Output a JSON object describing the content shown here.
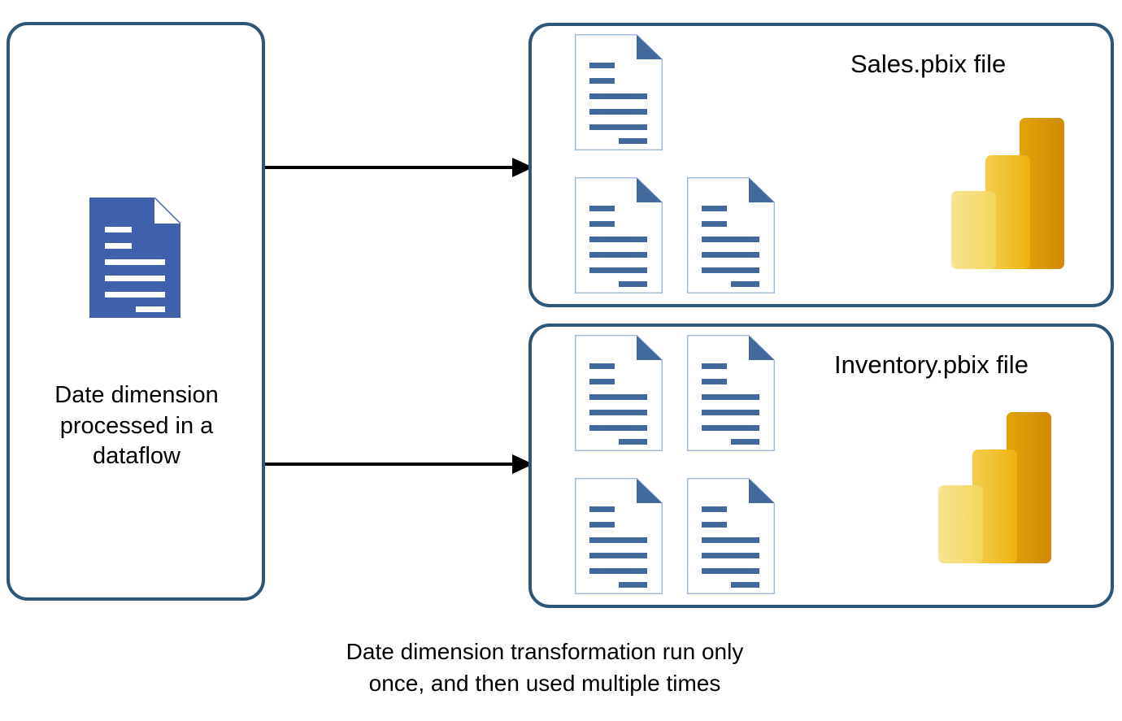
{
  "diagram": {
    "title": "Date dimension dataflow reuse diagram",
    "colors": {
      "panel_border": "#2E5777",
      "doc_blue_fill": "#3F60AB",
      "doc_line_blue": "#41699C",
      "doc_border_light": "#9DB9D9",
      "arrow": "#000000",
      "pbi_light": "#F2D664",
      "pbi_medium": "#EDB816",
      "pbi_dark": "#DF9A0A",
      "text": "#000000",
      "background": "#FFFFFF"
    },
    "source_panel": {
      "icon": "document-icon-blue",
      "caption_lines": [
        "Date dimension",
        "processed in a",
        "dataflow"
      ]
    },
    "arrows": [
      {
        "name": "arrow-to-sales",
        "direction": "right"
      },
      {
        "name": "arrow-to-inventory",
        "direction": "right"
      }
    ],
    "target_panels": [
      {
        "id": "sales",
        "title": "Sales.pbix file",
        "logo": "power-bi-logo",
        "documents": [
          {
            "name": "document-icon-1"
          },
          {
            "name": "document-icon-2"
          },
          {
            "name": "document-icon-3"
          }
        ]
      },
      {
        "id": "inventory",
        "title": "Inventory.pbix file",
        "logo": "power-bi-logo",
        "documents": [
          {
            "name": "document-icon-1"
          },
          {
            "name": "document-icon-2"
          },
          {
            "name": "document-icon-3"
          },
          {
            "name": "document-icon-4"
          }
        ]
      }
    ],
    "bottom_caption_lines": [
      "Date dimension transformation run only",
      "once, and then used multiple times"
    ]
  }
}
